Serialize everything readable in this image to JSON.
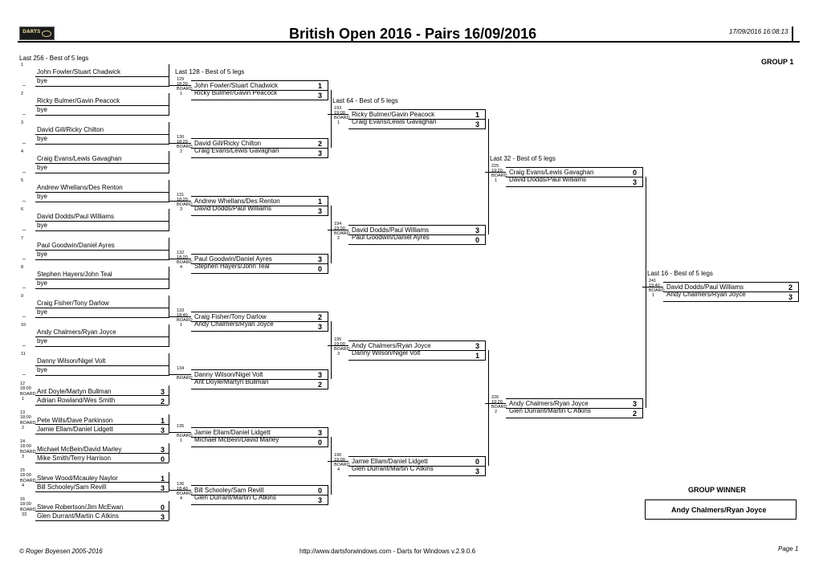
{
  "header": {
    "title": "British Open 2016 - Pairs 16/09/2016",
    "timestamp": "17/09/2016 16:08:13",
    "logo_text": "DARTS"
  },
  "rounds": {
    "r1": "Last 256 - Best of 5 legs",
    "r2": "Last 128 - Best of 5 legs",
    "r3": "Last 64 - Best of 5 legs",
    "r4": "Last 32 - Best of 5 legs",
    "r5": "Last 16 - Best of 5 legs"
  },
  "group": "GROUP 1",
  "group_winner_label": "GROUP WINNER",
  "group_winner": "Andy Chalmers/Ryan Joyce",
  "footer": {
    "copyright": "© Roger Boyesen 2005-2016",
    "url": "http://www.dartsforwindows.com - Darts for Windows v.2.9.0.6",
    "page": "Page 1"
  },
  "r1_matches": [
    {
      "num": "1",
      "top": "John Fowler/Stuart Chadwick",
      "bottom": "bye",
      "bottom_tag": "_"
    },
    {
      "num": "2",
      "top": "Ricky Bulmer/Gavin Peacock",
      "bottom": "bye",
      "bottom_tag": "_"
    },
    {
      "num": "3",
      "top": "David Gill/Ricky Chilton",
      "bottom": "bye",
      "bottom_tag": "_"
    },
    {
      "num": "4",
      "top": "Craig Evans/Lewis Gavaghan",
      "bottom": "bye",
      "bottom_tag": "_"
    },
    {
      "num": "5",
      "top": "Andrew Whellans/Des Renton",
      "bottom": "bye",
      "bottom_tag": "_"
    },
    {
      "num": "6",
      "top": "David Dodds/Paul Williams",
      "bottom": "bye",
      "bottom_tag": "_"
    },
    {
      "num": "7",
      "top": "Paul Goodwin/Daniel Ayres",
      "bottom": "bye",
      "bottom_tag": "_"
    },
    {
      "num": "8",
      "top": "Stephen Hayers/John Teal",
      "bottom": "bye",
      "bottom_tag": "_"
    },
    {
      "num": "9",
      "top": "Craig Fisher/Tony Darlow",
      "bottom": "bye",
      "bottom_tag": "_"
    },
    {
      "num": "10",
      "top": "Andy Chalmers/Ryan Joyce",
      "bottom": "bye",
      "bottom_tag": "_"
    },
    {
      "num": "11",
      "top": "Danny Wilson/Nigel Volt",
      "bottom": "bye",
      "bottom_tag": "_"
    }
  ],
  "r1_played": [
    {
      "num": "12",
      "time": "18:00",
      "board": "1",
      "top": "Ant Doyle/Martyn Bullman",
      "top_score": "3",
      "bottom": "Adrian Rowland/Wes Smith",
      "bottom_score": "2"
    },
    {
      "num": "13",
      "time": "18:00",
      "board": "2",
      "top": "Pete Wills/Dave Parkinson",
      "top_score": "1",
      "bottom": "Jamie Ellam/Daniel Lidgett",
      "bottom_score": "3"
    },
    {
      "num": "14",
      "time": "18:00",
      "board": "3",
      "top": "Michael McBein/David Marley",
      "top_score": "3",
      "bottom": "Mike Smith/Terry Harrison",
      "bottom_score": "0"
    },
    {
      "num": "15",
      "time": "18:00",
      "board": "4",
      "top": "Steve Wood/Mcauley Naylor",
      "top_score": "1",
      "bottom": "Bill Schooley/Sam Revill",
      "bottom_score": "3"
    },
    {
      "num": "16",
      "time": "18:00",
      "board": "33",
      "top": "Steve Robertson/Jim McEwan",
      "top_score": "0",
      "bottom": "Glen Durrant/Martin C Atkins",
      "bottom_score": "3"
    }
  ],
  "r2_matches": [
    {
      "num": "129",
      "time": "18:20",
      "board": "1",
      "top": "John Fowler/Stuart Chadwick",
      "top_score": "1",
      "bottom": "Ricky Bulmer/Gavin Peacock",
      "bottom_score": "3"
    },
    {
      "num": "130",
      "time": "18:20",
      "board": "2",
      "top": "David Gill/Ricky Chilton",
      "top_score": "2",
      "bottom": "Craig Evans/Lewis Gavaghan",
      "bottom_score": "3"
    },
    {
      "num": "131",
      "time": "18:20",
      "board": "3",
      "top": "Andrew Whellans/Des Renton",
      "top_score": "1",
      "bottom": "David Dodds/Paul Williams",
      "bottom_score": "3"
    },
    {
      "num": "132",
      "time": "18:20",
      "board": "4",
      "top": "Paul Goodwin/Daniel Ayres",
      "top_score": "3",
      "bottom": "Stephen Hayers/John Teal",
      "bottom_score": "0"
    },
    {
      "num": "133",
      "time": "18:40",
      "board": "1",
      "top": "Craig Fisher/Tony Darlow",
      "top_score": "2",
      "bottom": "Andy Chalmers/Ryan Joyce",
      "bottom_score": "3"
    },
    {
      "num": "134",
      "time": "",
      "board": "",
      "top": "Danny Wilson/Nigel Volt",
      "top_score": "3",
      "bottom": "Ant Doyle/Martyn Bullman",
      "bottom_score": "2"
    },
    {
      "num": "135",
      "time": "",
      "board": "1",
      "top": "Jamie Ellam/Daniel Lidgett",
      "top_score": "3",
      "bottom": "Michael McBein/David Marley",
      "bottom_score": "0"
    },
    {
      "num": "136",
      "time": "18:40",
      "board": "4",
      "top": "Bill Schooley/Sam Revill",
      "top_score": "0",
      "bottom": "Glen Durrant/Martin C Atkins",
      "bottom_score": "3"
    }
  ],
  "r3_matches": [
    {
      "num": "193",
      "time": "19:00",
      "board": "1",
      "top": "Ricky Bulmer/Gavin Peacock",
      "top_score": "1",
      "bottom": "Craig Evans/Lewis Gavaghan",
      "bottom_score": "3"
    },
    {
      "num": "194",
      "time": "19:00",
      "board": "2",
      "top": "David Dodds/Paul Williams",
      "top_score": "3",
      "bottom": "Paul Goodwin/Daniel Ayres",
      "bottom_score": "0"
    },
    {
      "num": "195",
      "time": "19:00",
      "board": "3",
      "top": "Andy Chalmers/Ryan Joyce",
      "top_score": "3",
      "bottom": "Danny Wilson/Nigel Volt",
      "bottom_score": "1"
    },
    {
      "num": "196",
      "time": "19:00",
      "board": "4",
      "top": "Jamie Ellam/Daniel Lidgett",
      "top_score": "0",
      "bottom": "Glen Durrant/Martin C Atkins",
      "bottom_score": "3"
    }
  ],
  "r4_matches": [
    {
      "num": "225",
      "time": "19:20",
      "board": "1",
      "top": "Craig Evans/Lewis Gavaghan",
      "top_score": "0",
      "bottom": "David Dodds/Paul Williams",
      "bottom_score": "3"
    },
    {
      "num": "226",
      "time": "19:20",
      "board": "2",
      "top": "Andy Chalmers/Ryan Joyce",
      "top_score": "3",
      "bottom": "Glen Durrant/Martin C Atkins",
      "bottom_score": "2"
    }
  ],
  "r5_matches": [
    {
      "num": "241",
      "time": "19:40",
      "board": "1",
      "top": "David Dodds/Paul Williams",
      "top_score": "2",
      "bottom": "Andy Chalmers/Ryan Joyce",
      "bottom_score": "3"
    }
  ],
  "board_label": "BOARD"
}
